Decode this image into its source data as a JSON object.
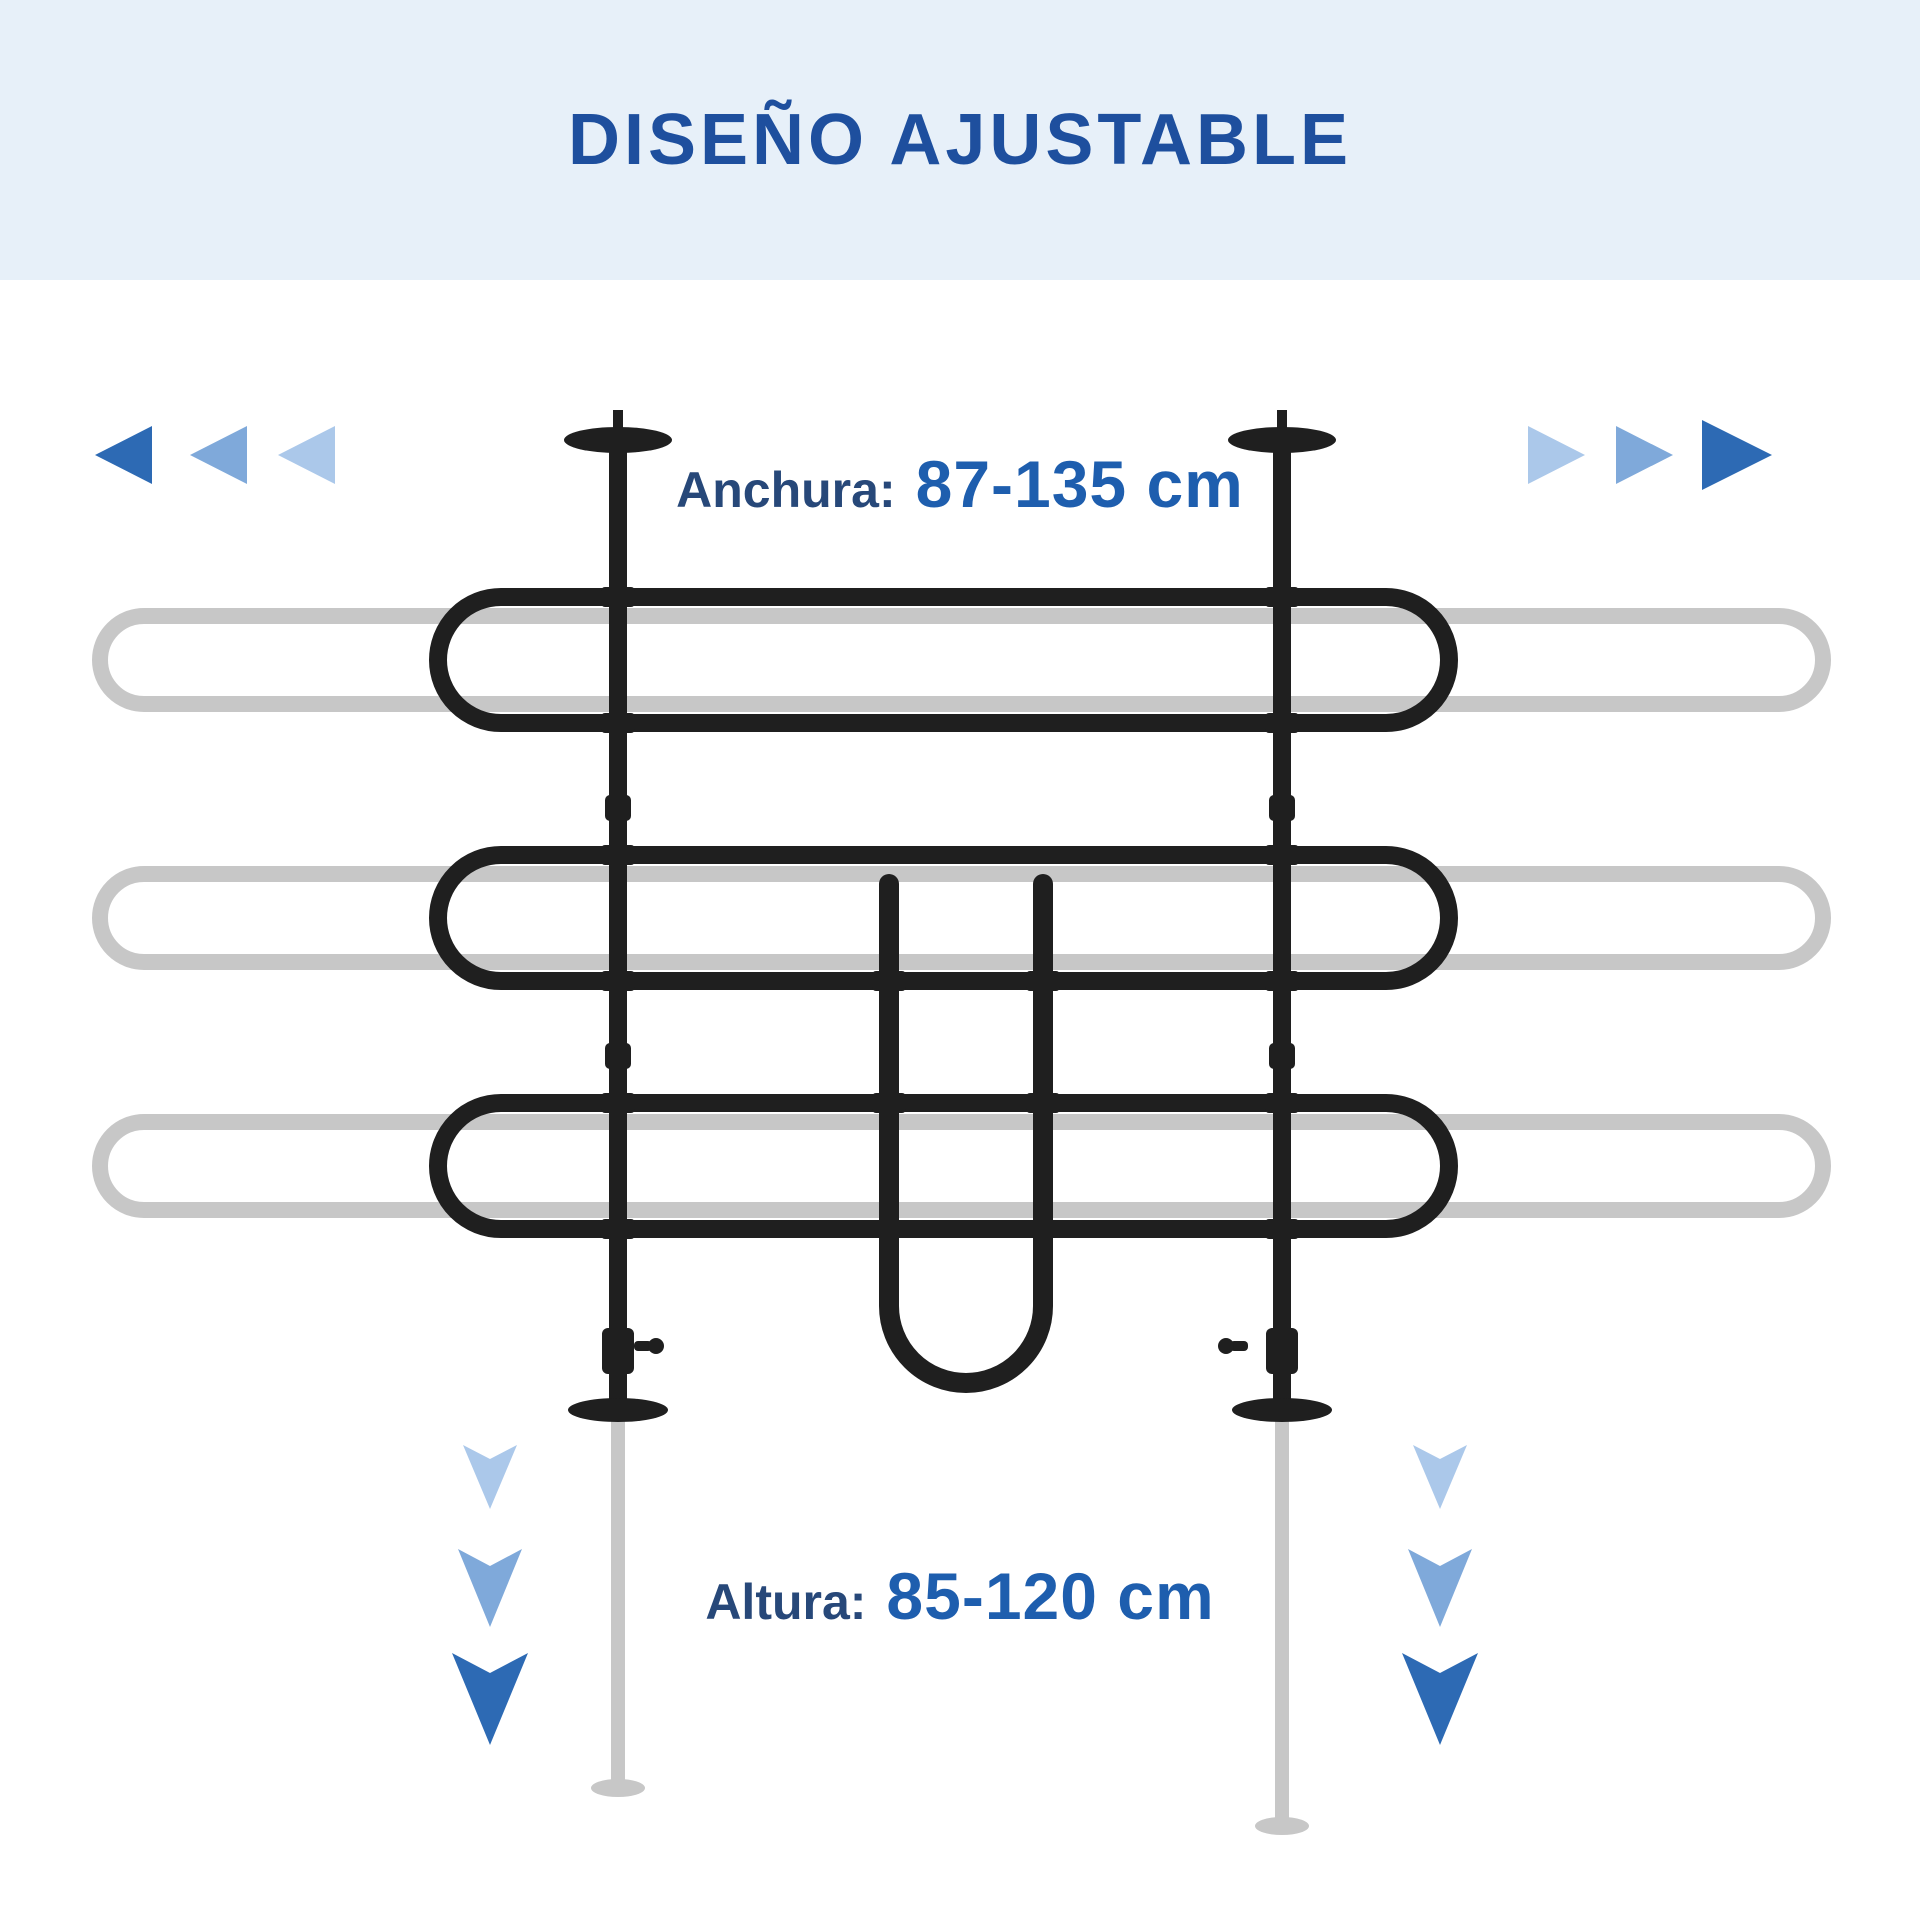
{
  "title": "DISEÑO AJUSTABLE",
  "width_annotation": {
    "label": "Anchura:",
    "value": "87-135 cm"
  },
  "height_annotation": {
    "label": "Altura:",
    "value": "85-120 cm"
  },
  "illustration": {
    "subject": "adjustable-car-pet-barrier",
    "icons": [
      "width-arrows-left-icon",
      "width-arrows-right-icon",
      "height-arrows-left-icon",
      "height-arrows-right-icon"
    ]
  },
  "colors": {
    "header_bg": "#e7f0f9",
    "title": "#1e4f9e",
    "label": "#274879",
    "value": "#1e5eae",
    "arrow_dark": "#2d6ab4",
    "arrow_medium": "#7fa9da",
    "arrow_light": "#abc8ea",
    "frame_black": "#1f1f1f",
    "frame_gray": "#c7c7c7"
  }
}
